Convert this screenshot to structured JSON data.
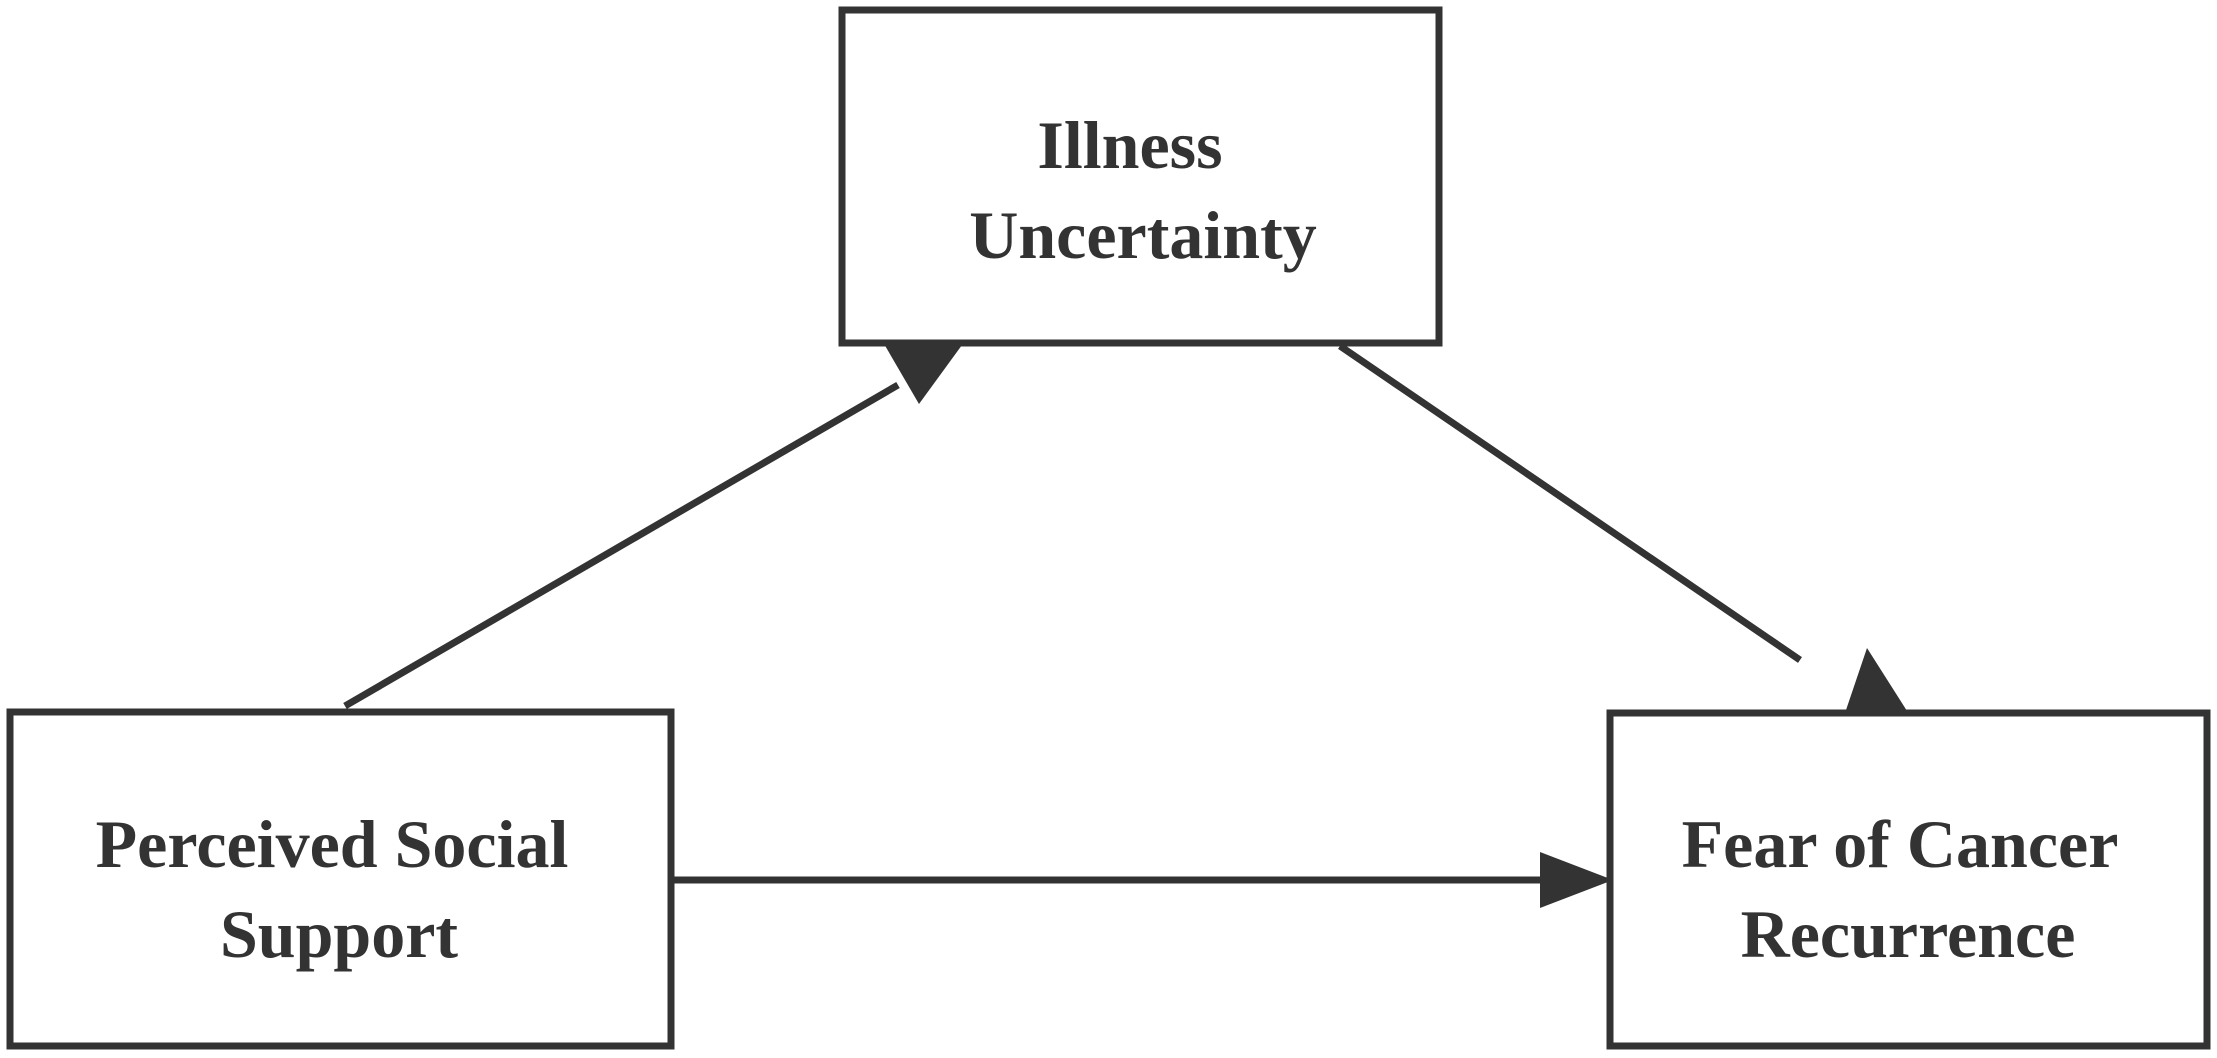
{
  "diagram": {
    "nodes": {
      "illness_uncertainty": {
        "line1": "Illness",
        "line2": "Uncertainty"
      },
      "perceived_social_support": {
        "line1": "Perceived Social",
        "line2": "Support"
      },
      "fear_of_cancer_recurrence": {
        "line1": "Fear of Cancer",
        "line2": "Recurrence"
      }
    },
    "edges": [
      {
        "from": "Perceived Social Support",
        "to": "Illness Uncertainty"
      },
      {
        "from": "Illness Uncertainty",
        "to": "Fear of Cancer Recurrence"
      },
      {
        "from": "Perceived Social Support",
        "to": "Fear of Cancer Recurrence"
      }
    ],
    "colors": {
      "stroke": "#333333",
      "text": "#333333",
      "background": "#ffffff"
    }
  }
}
